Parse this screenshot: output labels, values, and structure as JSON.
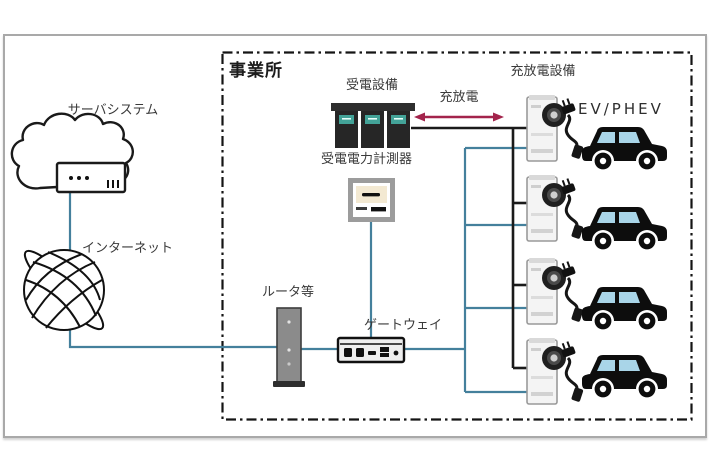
{
  "diagram": {
    "site_label": "事業所",
    "labels": {
      "server_system": "サーバシステム",
      "internet": "インターネット",
      "router": "ルータ等",
      "gateway": "ゲートウェイ",
      "power_receiving_equipment": "受電設備",
      "power_meter": "受電電力計測器",
      "charge_discharge": "充放電",
      "charge_discharge_equipment": "充放電設備",
      "ev_phev": "EV/PHEV"
    },
    "colors": {
      "communication_line": "#44809c",
      "power_line": "#1a1a1a",
      "charge_discharge_arrow": "#a3244c",
      "car_window": "#a9d5e8",
      "cabinet_screen": "#43a398"
    },
    "counts": {
      "chargers": 4,
      "vehicles": 4
    }
  }
}
